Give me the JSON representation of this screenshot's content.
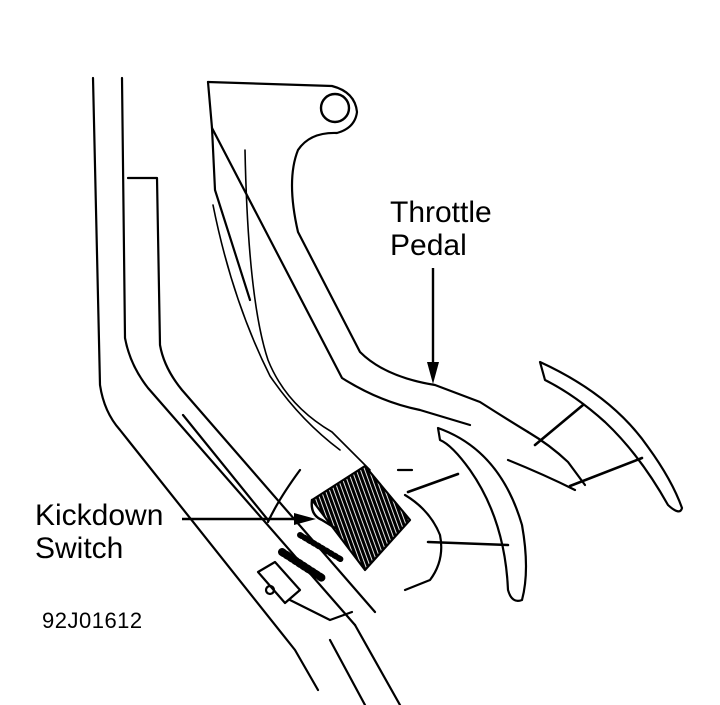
{
  "callouts": {
    "throttle_line1": "Throttle",
    "throttle_line2": "Pedal",
    "kickdown_line1": "Kickdown",
    "kickdown_line2": "Switch"
  },
  "figure_id": "92J01612",
  "colors": {
    "ink": "#000000",
    "paper": "#ffffff"
  }
}
